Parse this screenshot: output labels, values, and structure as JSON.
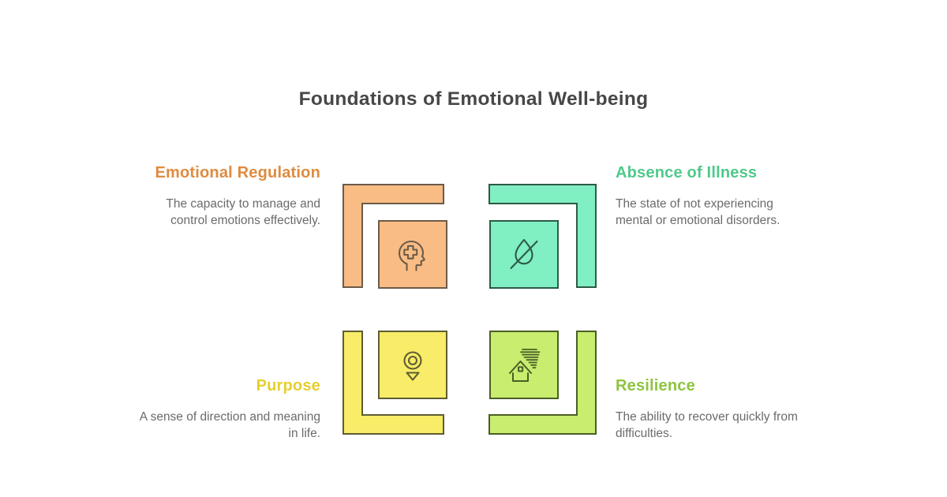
{
  "title": "Foundations of Emotional Well-being",
  "colors": {
    "background": "#ffffff",
    "title": "#474747",
    "description": "#6b6b6b"
  },
  "quadrants": [
    {
      "heading": "Emotional Regulation",
      "description": "The capacity to manage and control emotions effectively.",
      "heading_color": "#df8b40",
      "fill": "#f9bc84",
      "stroke": "#6b5b49",
      "icon": "head-with-cross-icon",
      "position": "top-left"
    },
    {
      "heading": "Absence of Illness",
      "description": "The state of not experiencing mental or emotional disorders.",
      "heading_color": "#4fc98b",
      "fill": "#80efc2",
      "stroke": "#2d5a46",
      "icon": "droplet-slash-icon",
      "position": "top-right"
    },
    {
      "heading": "Purpose",
      "description": "A sense of direction and meaning in life.",
      "heading_color": "#e5cf2e",
      "fill": "#f8ec68",
      "stroke": "#5e5c32",
      "icon": "location-pin-icon",
      "position": "bottom-left"
    },
    {
      "heading": "Resilience",
      "description": "The ability to recover quickly from difficulties.",
      "heading_color": "#8ec43f",
      "fill": "#c8ed6f",
      "stroke": "#4b5e26",
      "icon": "house-wind-icon",
      "position": "bottom-right"
    }
  ]
}
